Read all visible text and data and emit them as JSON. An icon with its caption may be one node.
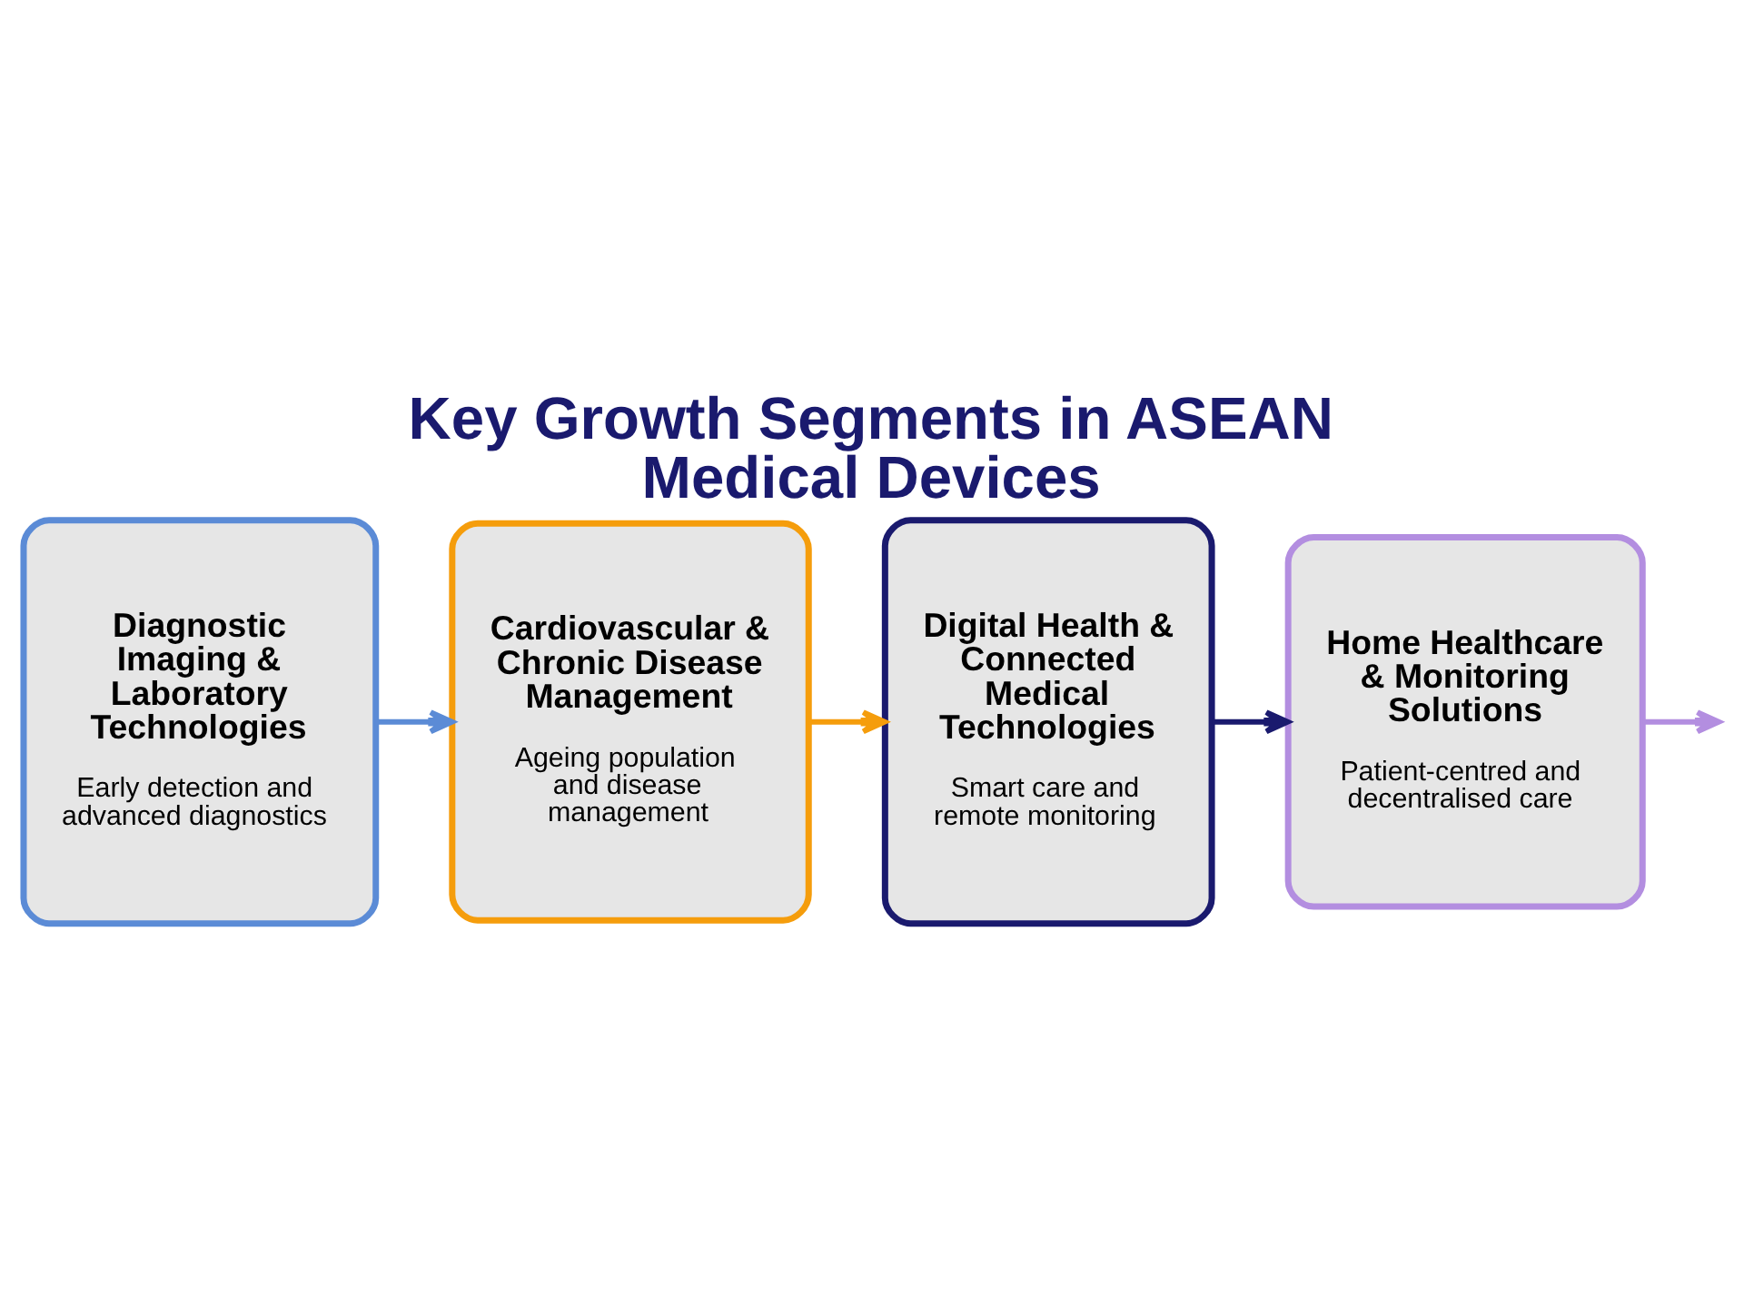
{
  "diagram": {
    "title": "Key Growth Segments in ASEAN Medical Devices",
    "nodes": [
      {
        "text": [
          "Diagnostic Imaging & Laboratory Technologies",
          "Early detection and advanced diagnostics"
        ]
      },
      {
        "text": [
          "Cardiovascular & Chronic Disease Management",
          "Ageing population and disease management"
        ]
      },
      {
        "text": [
          "Digital Health & Connected Medical Technologies",
          "Smart care and remote monitoring"
        ]
      },
      {
        "text": [
          "Home Healthcare & Monitoring Solutions",
          "Patient-centred and decentralised care"
        ]
      }
    ],
    "edges": [
      {
        "from": 0,
        "to": 1,
        "arrow": "to",
        "color": "#5b8bd6"
      },
      {
        "from": 1,
        "to": 2,
        "arrow": "to",
        "color": "#f59d0c"
      },
      {
        "from": 2,
        "to": 3,
        "arrow": "to",
        "color": "#1a1a6e"
      },
      {
        "from": 3,
        "to": null,
        "arrow": "to",
        "color": "#b38ee0"
      }
    ]
  }
}
